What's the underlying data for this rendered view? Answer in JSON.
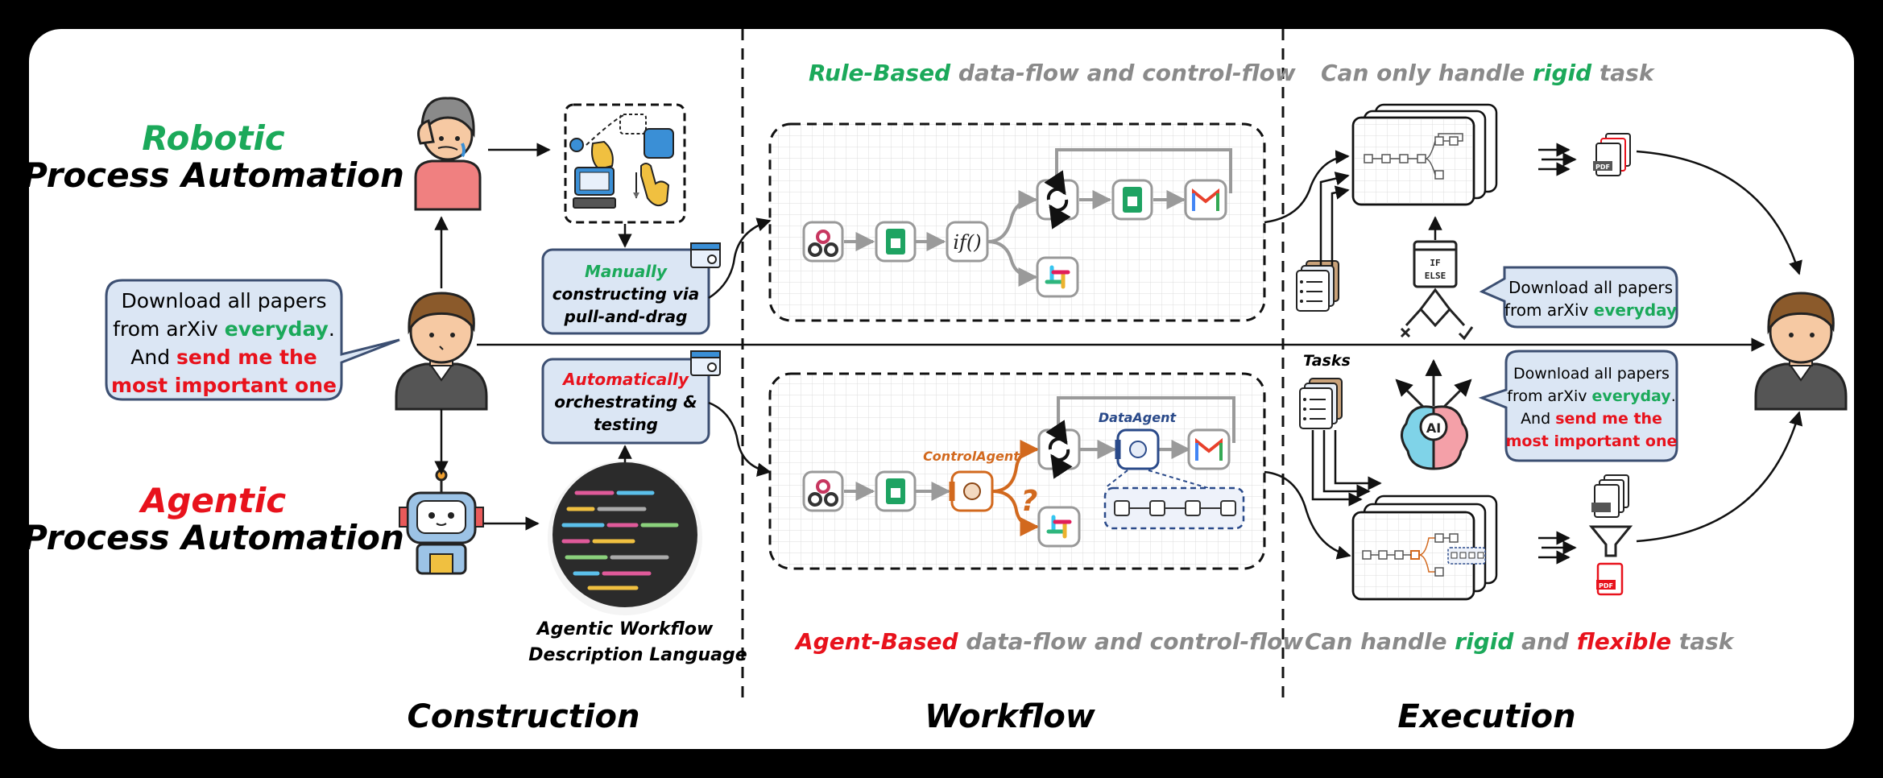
{
  "colors": {
    "green": "#1ba95a",
    "red": "#e8121c",
    "gray": "#8a8a8a",
    "bubble_fill": "#dbe6f4",
    "bubble_stroke": "#3c4f72",
    "orange": "#d2691e",
    "navy": "#2a4a8a"
  },
  "rpa": {
    "line1": "Robotic",
    "line2": "Process Automation"
  },
  "apa": {
    "line1": "Agentic",
    "line2": "Process Automation"
  },
  "user_request": {
    "line1": "Download all papers",
    "line2_a": "from arXiv ",
    "line2_b": "everyday",
    "line2_c": ".",
    "line3_a": "And ",
    "line3_b": "send me the",
    "line4": "most important one"
  },
  "manual_box": {
    "line1": "Manually",
    "line2": "constructing via",
    "line3": "pull-and-drag"
  },
  "auto_box": {
    "line1": "Automatically",
    "line2": "orchestrating &",
    "line3": "testing"
  },
  "awdl": {
    "line1": "Agentic Workflow",
    "line2": "Description Language"
  },
  "workflow_top": {
    "a": "Rule-Based",
    "b": " data-flow and control-flow"
  },
  "workflow_bottom": {
    "a": "Agent-Based",
    "b": " data-flow and control-flow"
  },
  "exec_top": {
    "a": "Can only handle ",
    "b": "rigid",
    "c": " task"
  },
  "exec_bottom": {
    "a": "Can handle ",
    "b": "rigid",
    "c": " and ",
    "d": "flexible",
    "e": " task"
  },
  "control_agent": "ControlAgent",
  "data_agent": "DataAgent",
  "question_mark": "?",
  "if_label": "if()",
  "tasks_label": "Tasks",
  "ifelse": {
    "l1": "IF",
    "l2": "ELSE"
  },
  "ai_label": "AI",
  "pdf_label": "PDF",
  "exec_bubble_top": {
    "line1": "Download all papers",
    "line2_a": "from arXiv ",
    "line2_b": "everyday"
  },
  "exec_bubble_bottom": {
    "line1": "Download all papers",
    "line2_a": "from arXiv ",
    "line2_b": "everyday",
    "line2_c": ".",
    "line3_a": "And ",
    "line3_b": "send me the",
    "line4": "most important one"
  },
  "sections": {
    "construction": "Construction",
    "workflow": "Workflow",
    "execution": "Execution"
  }
}
